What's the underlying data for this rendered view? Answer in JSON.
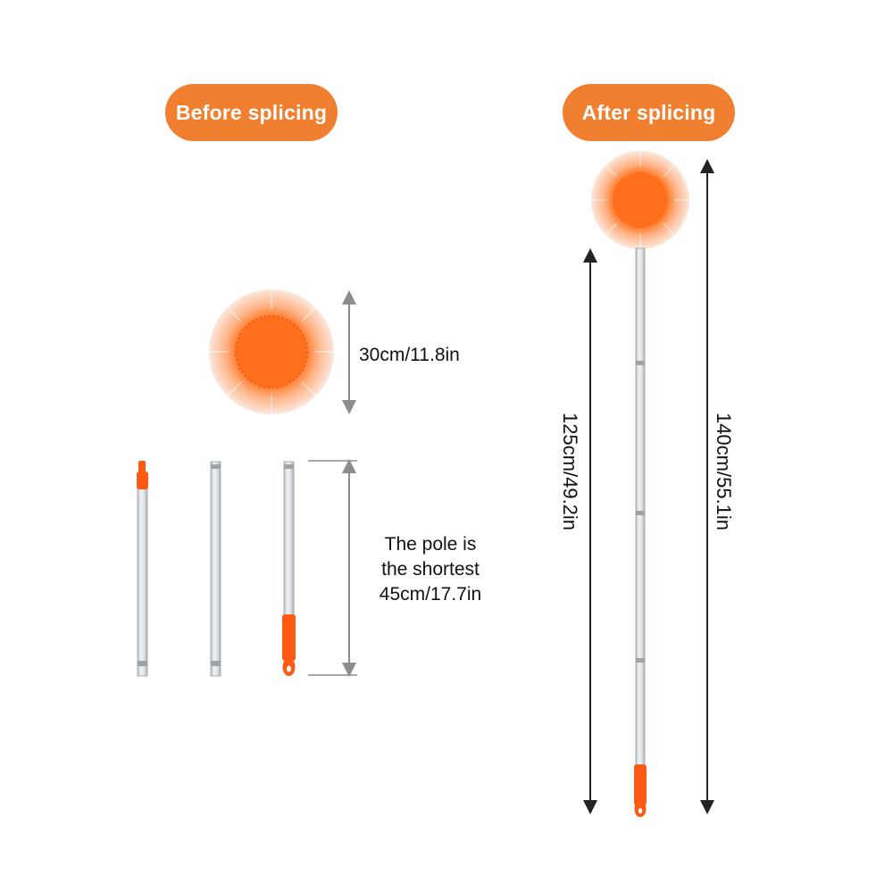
{
  "colors": {
    "accent": "#F07F2F",
    "pole": "#D9DCDF",
    "pole_edge": "#A9AEB3",
    "handle": "#FF5A14",
    "arrow": "#8C8C8C",
    "text": "#111111"
  },
  "badges": {
    "before": "Before splicing",
    "after": "After splicing"
  },
  "dimensions": {
    "head": "30cm/11.8in",
    "pole_line1": "The pole is",
    "pole_line2": "the shortest",
    "pole_line3": "45cm/17.7in",
    "assembled_short": "125cm/49.2in",
    "assembled_long": "140cm/55.1in"
  },
  "icons": {
    "mop_head": "mop-head-icon",
    "pole_segment": "pole-segment-icon",
    "handle": "handle-icon",
    "arrow": "double-arrow-icon"
  }
}
